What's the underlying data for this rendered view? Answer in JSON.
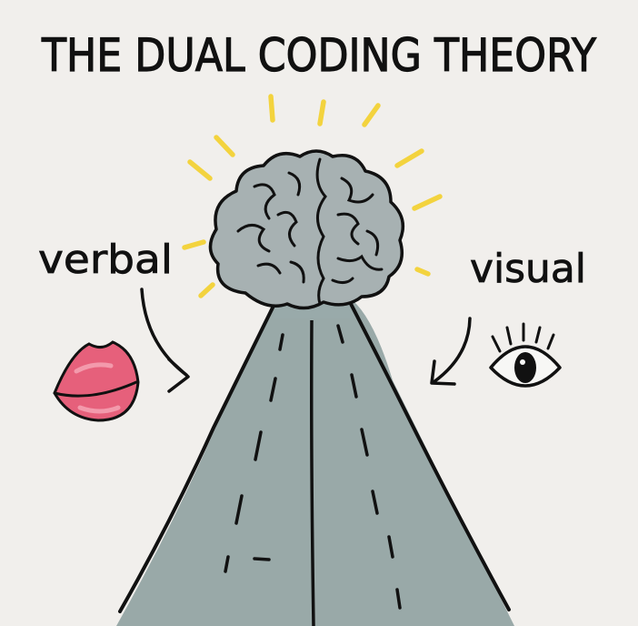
{
  "title": "THE DUAL CODING THEORY",
  "labels": {
    "left": "verbal",
    "right": "visual"
  },
  "icons": {
    "brain": "brain-icon",
    "lips": "lips-icon",
    "eye": "eye-icon",
    "road": "road-icon",
    "rays": "light-rays-icon"
  },
  "colors": {
    "background": "#f1efec",
    "ink": "#111111",
    "brain": "#a7b1b2",
    "road": "#8fa1a1",
    "rays": "#f3d33e",
    "lips": "#e6607b",
    "lips_light": "#f39aac"
  }
}
